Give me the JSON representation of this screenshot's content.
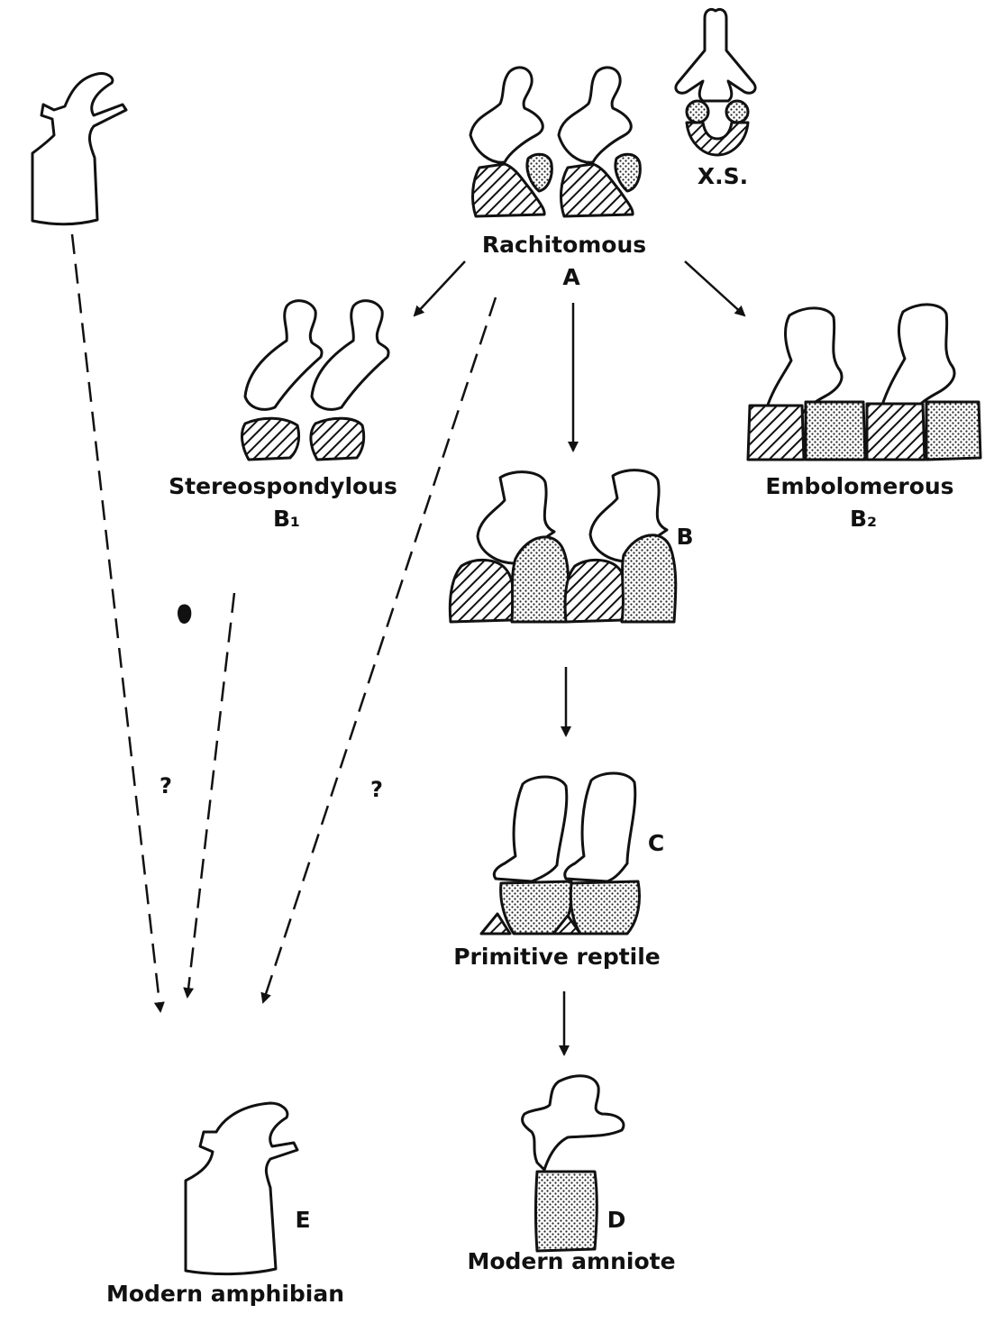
{
  "labels": {
    "rachitomous": "Rachitomous",
    "a": "A",
    "xs": "X.S.",
    "stereospondylous": "Stereospondylous",
    "b1": "B₁",
    "embolomerous": "Embolomerous",
    "b2": "B₂",
    "b": "B",
    "c": "C",
    "primitive_reptile": "Primitive reptile",
    "d": "D",
    "modern_amniote": "Modern amniote",
    "e": "E",
    "modern_amphibian": "Modern amphibian",
    "question_left": "?",
    "question_right": "?"
  }
}
